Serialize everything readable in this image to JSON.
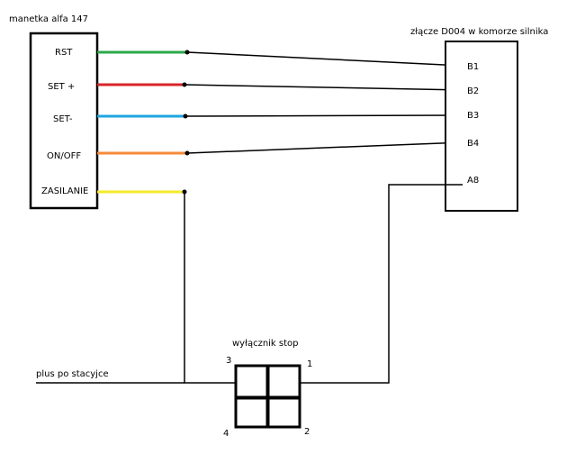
{
  "left_connector": {
    "title": "manetka alfa 147",
    "pins": [
      {
        "label": "RST",
        "wire_color": "#2ca84a",
        "target_pin": "B1"
      },
      {
        "label": "SET +",
        "wire_color": "#d9252a",
        "target_pin": "B2"
      },
      {
        "label": "SET-",
        "wire_color": "#1ea6e0",
        "target_pin": "B3"
      },
      {
        "label": "ON/OFF",
        "wire_color": "#f58a3a",
        "target_pin": "B4"
      },
      {
        "label": "ZASILANIE",
        "wire_color": "#f5ea2a",
        "target_pin": "switch-3"
      }
    ]
  },
  "right_connector": {
    "title": "złącze D004 w komorze silnika",
    "pins": [
      "B1",
      "B2",
      "B3",
      "B4",
      "A8"
    ]
  },
  "switch": {
    "title": "wyłącznik stop",
    "terminals": [
      "3",
      "1",
      "4",
      "2"
    ]
  },
  "supply_label": "plus po stacyjce",
  "line_color": "#000000"
}
